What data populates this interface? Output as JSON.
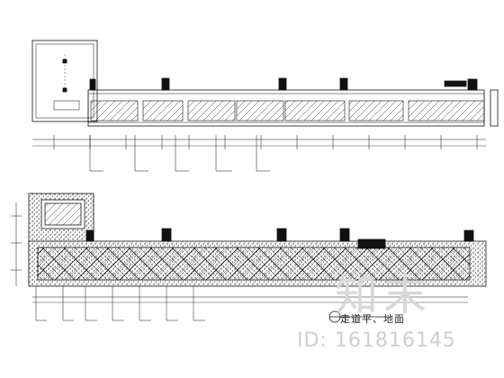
{
  "drawing": {
    "plan_title": "走道平、地面",
    "watermark": "知末",
    "id_caption": "ID: 161816145"
  },
  "colors": {
    "line": "#111111",
    "hatch": "#333333",
    "watermark": "#d8d8d8"
  }
}
